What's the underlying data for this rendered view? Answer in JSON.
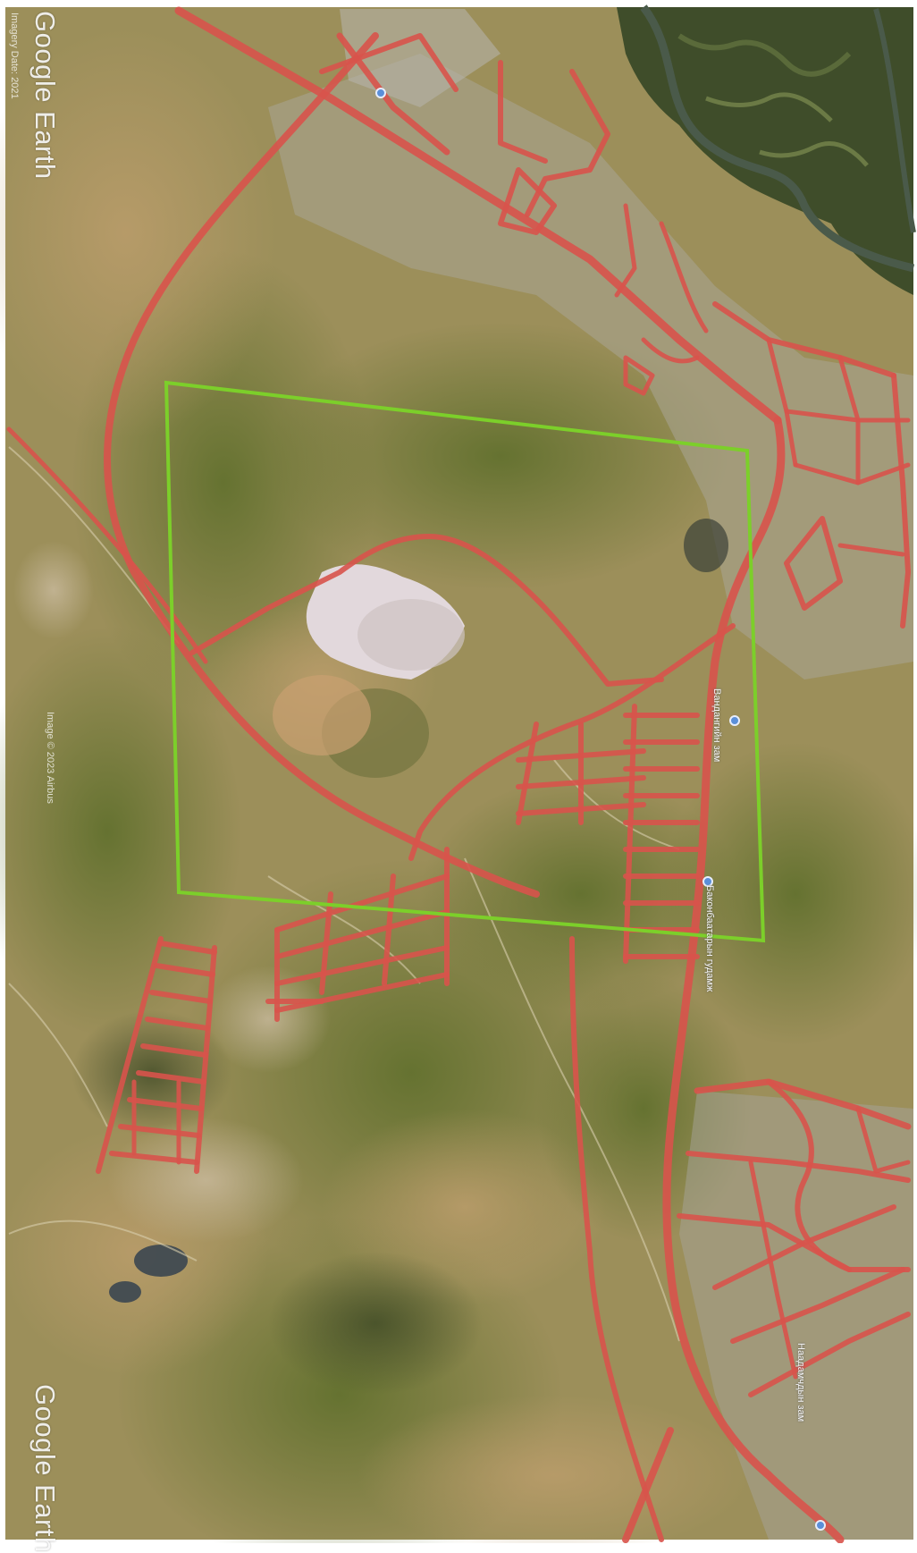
{
  "map": {
    "watermark_top": "Google Earth",
    "watermark_bottom": "Google Earth",
    "imagery_date": "Imagery Date: 2021",
    "image_credit": "Image © 2023 Airbus",
    "road_labels": [
      "Вандангийн зам",
      "Баконбаатарын гудамж",
      "Наадамчдын зам"
    ],
    "colors": {
      "terrain_base": "#9c8f5a",
      "vegetation": "#66742f",
      "river": "#4a5a4a",
      "planned_roads": "#d8534b",
      "boundary": "#7ccf2a",
      "quarry": "#e2d8dc"
    },
    "icons": [
      "location-pin-icon"
    ]
  }
}
